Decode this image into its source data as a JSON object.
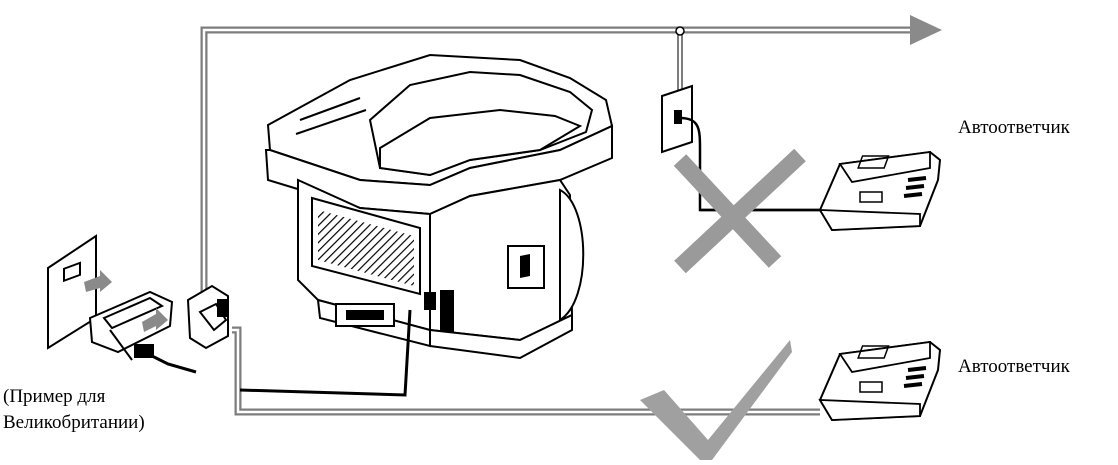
{
  "labels": {
    "answering_machine_top": "Автоответчик",
    "answering_machine_bottom": "Автоответчик",
    "example_line1": "(Пример для",
    "example_line2": "Великобритании)"
  },
  "marks": {
    "incorrect": "cross-mark",
    "correct": "check-mark"
  },
  "colors": {
    "line": "#8a8a8a",
    "mark": "#a0a0a0",
    "ink": "#000000"
  }
}
